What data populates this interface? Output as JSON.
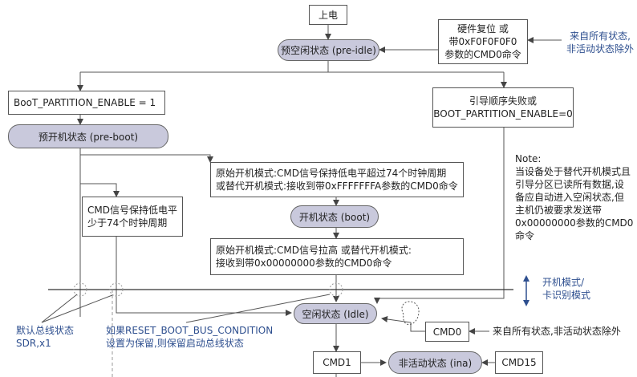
{
  "nodes": {
    "power_on": "上电",
    "hw_reset": "硬件复位 或\n带0xF0F0F0F0\n参数的CMD0命令",
    "pre_idle": "预空闲状态 (pre-idle)",
    "boot_enable": "BooT_PARTITION_ENABLE = 1",
    "boot_fail": "引导顺序失败或\nBOOT_PARTITION_ENABLE=0",
    "pre_boot": "预开机状态 (pre-boot)",
    "original_mode_1": "原始开机模式:CMD信号保持低电平超过74个时钟周期\n或替代开机模式:接收到带0xFFFFFFFA参数的CMD0命令",
    "boot_state": "开机状态 (boot)",
    "cmd_low": "CMD信号保持低电平\n少于74个时钟周期",
    "original_mode_2": "原始开机模式:CMD信号拉高 或替代开机模式:\n接收到带0x00000000参数的CMD0命令",
    "idle": "空闲状态 (Idle)",
    "cmd0": "CMD0",
    "cmd1": "CMD1",
    "inactive": "非活动状态 (ina)",
    "cmd15": "CMD15"
  },
  "annotations": {
    "from_all_top": "来自所有状态,\n非活动状态除外",
    "note": "Note:\n当设备处于替代开机模式且\n引导分区已读所有数据,设\n备应自动进入空闲状态,但\n主机仍被要求发送带\n0x00000000参数的CMD0\n命令",
    "mode_label": "开机模式/\n卡识别模式",
    "default_bus": "默认总线状态\nSDR,x1",
    "reset_boot_bus": "如果RESET_BOOT_BUS_CONDITION\n设置为保留,则保留启动总线状态",
    "from_all_bottom": "来自所有状态,非活动状态除外"
  },
  "colors": {
    "state_fill": "#c9c9dc",
    "annotation_blue": "#2e4f8f",
    "line": "#555555"
  }
}
